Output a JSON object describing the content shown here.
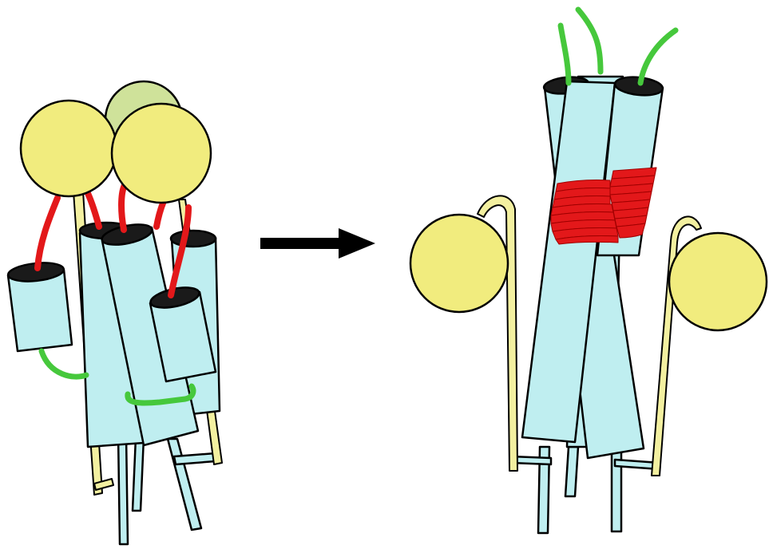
{
  "diagram": {
    "left_state": {
      "helix_count": 4,
      "globular_domain_count": 3,
      "red_linker_count": 5,
      "green_loop_count": 2
    },
    "right_state": {
      "helix_count": 4,
      "globular_domain_count": 2,
      "coiled_coil_turns_per_helix": 8,
      "green_tail_count": 3
    },
    "colors": {
      "helix": "#bfeef0",
      "helix_end": "#1a1a1a",
      "globular": "#f1ec7e",
      "globular_back": "#cfe29a",
      "linker": "#e3181a",
      "loop": "#46c83c",
      "arm": "#f3f0a0",
      "outline": "#000000",
      "arrow": "#000000"
    },
    "icons": [
      "arrow-right-icon"
    ]
  }
}
